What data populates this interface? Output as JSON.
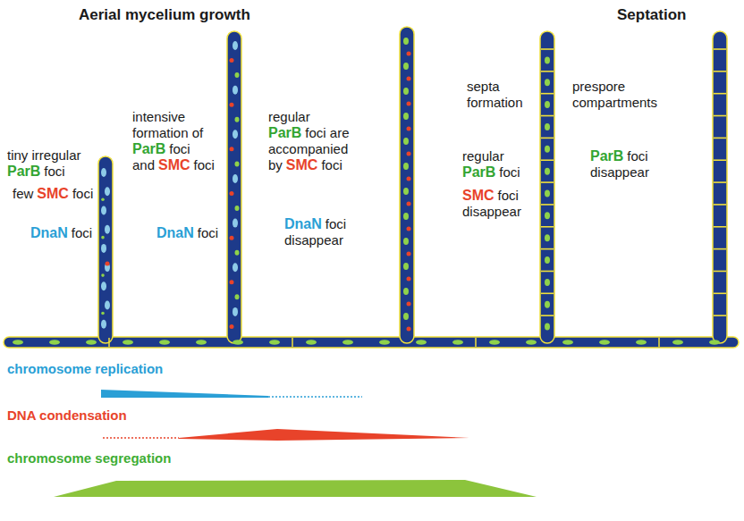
{
  "diagram": {
    "labels": [
      "Aerial mycelium growth",
      "Septation",
      "tiny irregular",
      "ParB",
      "foci",
      "few",
      "SMC",
      "foci",
      "DnaN",
      "foci",
      "intensive",
      "formation of",
      "ParB",
      "foci",
      "and",
      "SMC",
      "foci",
      "DnaN",
      "foci",
      "regular",
      "ParB",
      "foci are",
      "accompanied",
      "by",
      "SMC",
      "foci",
      "DnaN",
      "foci",
      "disappear",
      "septa",
      "formation",
      "regular",
      "ParB",
      "foci",
      "SMC",
      "foci",
      "disappear",
      "prespore",
      "compartments",
      "ParB",
      "foci",
      "disappear",
      "chromosome replication",
      "DNA condensation",
      "chromosome segregation"
    ]
  }
}
